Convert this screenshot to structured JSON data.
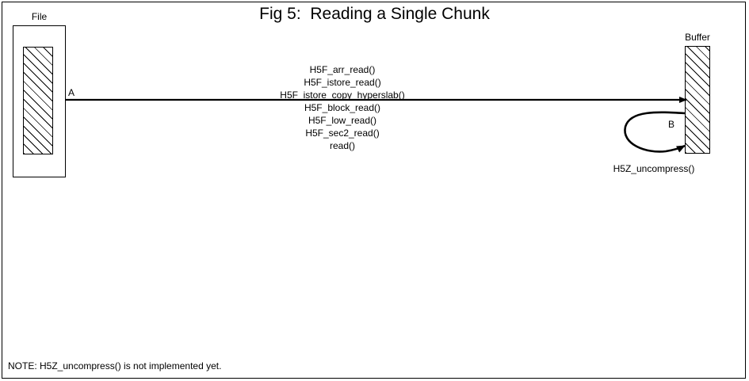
{
  "figure": {
    "title": "Fig 5:  Reading a Single Chunk",
    "note": "NOTE: H5Z_uncompress() is not implemented yet.",
    "colors": {
      "stroke": "#000000",
      "background": "#ffffff"
    }
  },
  "file_group": {
    "label": "File",
    "chunk_name": "file-chunk-hatched"
  },
  "buffer_group": {
    "label": "Buffer",
    "chunk_name": "buffer-hatched"
  },
  "arrows": {
    "read_arrow_label": "A",
    "loop_arrow_label": "B",
    "loop_arrow_caption": "H5Z_uncompress()"
  },
  "call_stack": [
    "H5F_arr_read()",
    "H5F_istore_read()",
    "H5F_istore_copy_hyperslab()",
    "H5F_block_read()",
    "H5F_low_read()",
    "H5F_sec2_read()",
    "read()"
  ]
}
